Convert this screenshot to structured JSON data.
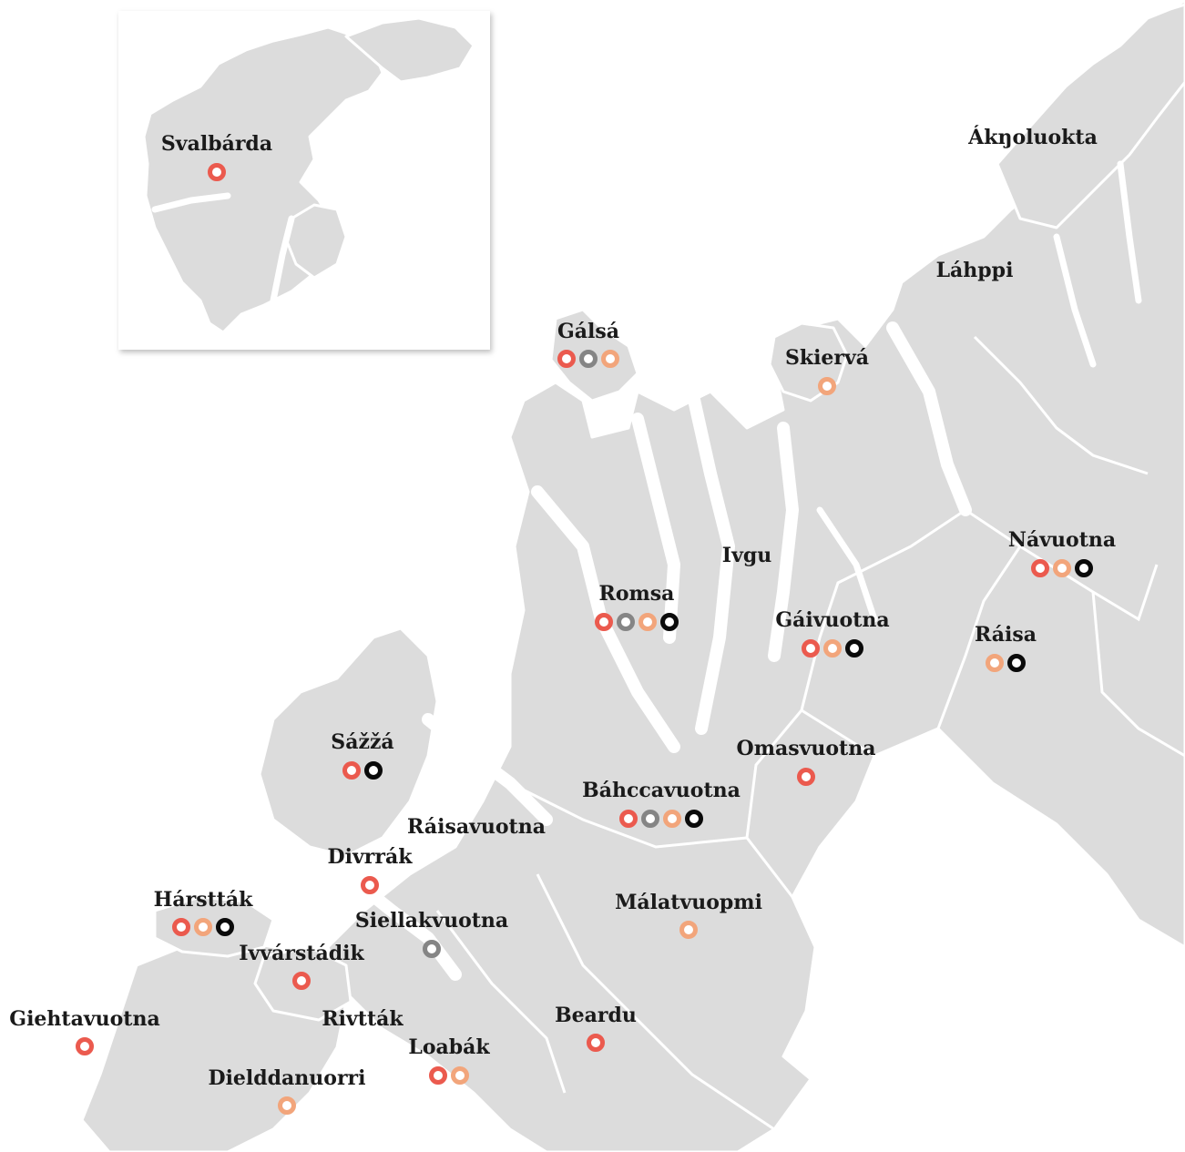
{
  "map": {
    "colors": {
      "land": "#dcdcdc",
      "water": "#ffffff",
      "marker_red": "#eb5a4e",
      "marker_gray": "#858585",
      "marker_salmon": "#f2a57b",
      "marker_black": "#0a0a0a"
    },
    "places": [
      {
        "id": "svalbarda",
        "name": "Svalbárda",
        "markers": [
          "red"
        ]
      },
      {
        "id": "aknjoluokta",
        "name": "Ákŋoluokta",
        "markers": []
      },
      {
        "id": "lahppi",
        "name": "Láhppi",
        "markers": []
      },
      {
        "id": "galsa",
        "name": "Gálsá",
        "markers": [
          "red",
          "gray",
          "salmon"
        ]
      },
      {
        "id": "skierva",
        "name": "Skiervá",
        "markers": [
          "salmon"
        ]
      },
      {
        "id": "navuotna",
        "name": "Návuotna",
        "markers": [
          "red",
          "salmon",
          "black"
        ]
      },
      {
        "id": "ivgu",
        "name": "Ivgu",
        "markers": []
      },
      {
        "id": "romsa",
        "name": "Romsa",
        "markers": [
          "red",
          "gray",
          "salmon",
          "black"
        ]
      },
      {
        "id": "gaivuotna",
        "name": "Gáivuotna",
        "markers": [
          "red",
          "salmon",
          "black"
        ]
      },
      {
        "id": "raisa",
        "name": "Ráisa",
        "markers": [
          "salmon",
          "black"
        ]
      },
      {
        "id": "omasvuotna",
        "name": "Omasvuotna",
        "markers": [
          "red"
        ]
      },
      {
        "id": "sazza",
        "name": "Sážžá",
        "markers": [
          "red",
          "black"
        ]
      },
      {
        "id": "bahccavuotna",
        "name": "Báhccavuotna",
        "markers": [
          "red",
          "gray",
          "salmon",
          "black"
        ]
      },
      {
        "id": "raisavuotna",
        "name": "Ráisavuotna",
        "markers": []
      },
      {
        "id": "divrrak",
        "name": "Divrrák",
        "markers": [
          "red"
        ]
      },
      {
        "id": "harsttak",
        "name": "Hárstták",
        "markers": [
          "red",
          "salmon",
          "black"
        ]
      },
      {
        "id": "malatvuopmi",
        "name": "Málatvuopmi",
        "markers": [
          "salmon"
        ]
      },
      {
        "id": "siellakvuotna",
        "name": "Siellakvuotna",
        "markers": [
          "gray"
        ]
      },
      {
        "id": "ivvarstadik",
        "name": "Ivvárstádik",
        "markers": [
          "red"
        ]
      },
      {
        "id": "giehtavuotna",
        "name": "Giehtavuotna",
        "markers": [
          "red"
        ]
      },
      {
        "id": "rivttak",
        "name": "Rivtták",
        "markers": []
      },
      {
        "id": "beardu",
        "name": "Beardu",
        "markers": [
          "red"
        ]
      },
      {
        "id": "loabak",
        "name": "Loabák",
        "markers": [
          "red",
          "salmon"
        ]
      },
      {
        "id": "dielddanuorri",
        "name": "Dielddanuorri",
        "markers": [
          "salmon"
        ]
      }
    ]
  }
}
